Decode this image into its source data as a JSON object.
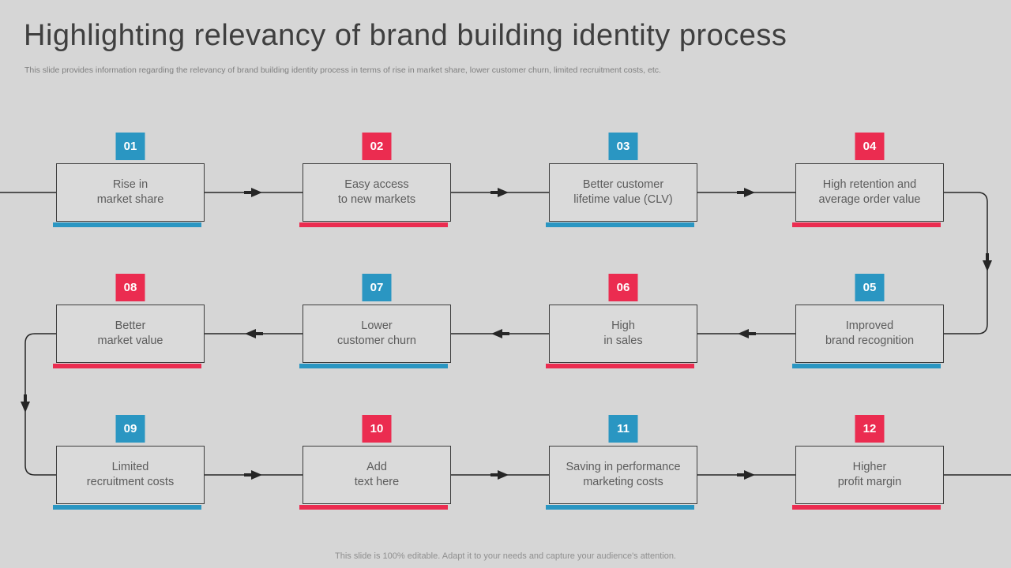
{
  "slide": {
    "title": "Highlighting relevancy of brand building identity process",
    "subtitle": "This slide provides information regarding the relevancy of brand building identity process in terms of rise in market share, lower customer churn, limited recruitment costs, etc.",
    "footer": "This slide is 100% editable.  Adapt it to your needs and capture your audience's attention."
  },
  "colors": {
    "background": "#d6d6d6",
    "accent_blue": "#2a96c2",
    "accent_red": "#eb2c50",
    "line": "#262626",
    "box_border": "#3d3d3d",
    "box_text": "#5c5c5c",
    "title_text": "#3f3f3f"
  },
  "diagram": {
    "flow": "snake: row 1 left-to-right (01-04), down right side, row 2 right-to-left (05-08), down left side, row 3 left-to-right (09-12)",
    "items": [
      {
        "number": "01",
        "label": "Rise in\nmarket share",
        "accent": "blue"
      },
      {
        "number": "02",
        "label": "Easy access\nto new markets",
        "accent": "red"
      },
      {
        "number": "03",
        "label": "Better customer\nlifetime value (CLV)",
        "accent": "blue"
      },
      {
        "number": "04",
        "label": "High retention and\naverage order value",
        "accent": "red"
      },
      {
        "number": "05",
        "label": "Improved\nbrand recognition",
        "accent": "blue"
      },
      {
        "number": "06",
        "label": "High\nin sales",
        "accent": "red"
      },
      {
        "number": "07",
        "label": "Lower\ncustomer churn",
        "accent": "blue"
      },
      {
        "number": "08",
        "label": "Better\nmarket value",
        "accent": "red"
      },
      {
        "number": "09",
        "label": "Limited\nrecruitment costs",
        "accent": "blue"
      },
      {
        "number": "10",
        "label": "Add\ntext here",
        "accent": "red"
      },
      {
        "number": "11",
        "label": "Saving in performance\nmarketing costs",
        "accent": "blue"
      },
      {
        "number": "12",
        "label": "Higher\nprofit margin",
        "accent": "red"
      }
    ]
  }
}
